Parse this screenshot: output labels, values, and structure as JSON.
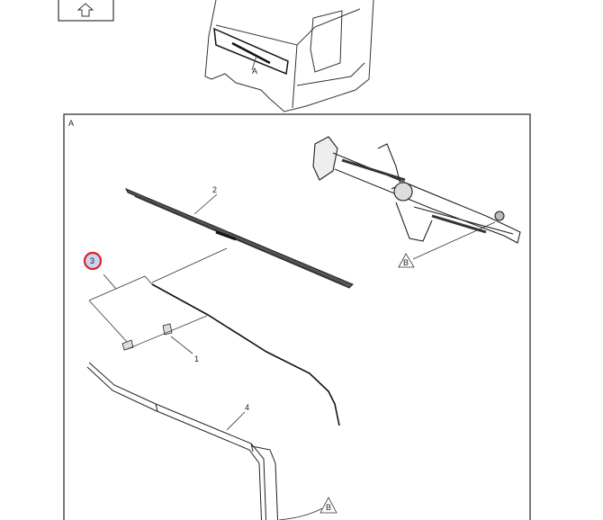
{
  "nav": {
    "up_button_icon": "up-arrow-icon"
  },
  "overview": {
    "view_marker": "A"
  },
  "detail": {
    "view_label": "A",
    "callouts": [
      {
        "id": "1"
      },
      {
        "id": "2"
      },
      {
        "id": "3",
        "highlighted": true,
        "highlight_color": "#d9202a"
      },
      {
        "id": "4"
      }
    ],
    "reference_b1": "B",
    "reference_b2": "B"
  }
}
